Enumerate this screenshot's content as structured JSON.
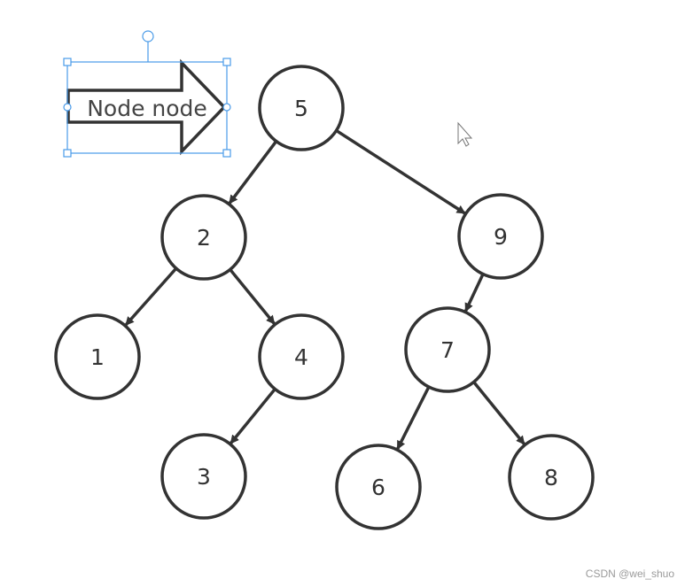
{
  "arrow_label": "Node node",
  "watermark": "CSDN @wei_shuo",
  "colors": {
    "stroke": "#333333",
    "selection": "#4a9be8",
    "text": "#333333"
  },
  "nodes": [
    {
      "id": "5",
      "label": "5"
    },
    {
      "id": "2",
      "label": "2"
    },
    {
      "id": "9",
      "label": "9"
    },
    {
      "id": "1",
      "label": "1"
    },
    {
      "id": "4",
      "label": "4"
    },
    {
      "id": "7",
      "label": "7"
    },
    {
      "id": "3",
      "label": "3"
    },
    {
      "id": "6",
      "label": "6"
    },
    {
      "id": "8",
      "label": "8"
    }
  ],
  "edges": [
    [
      "5",
      "2"
    ],
    [
      "5",
      "9"
    ],
    [
      "2",
      "1"
    ],
    [
      "2",
      "4"
    ],
    [
      "4",
      "3"
    ],
    [
      "9",
      "7"
    ],
    [
      "7",
      "6"
    ],
    [
      "7",
      "8"
    ]
  ]
}
